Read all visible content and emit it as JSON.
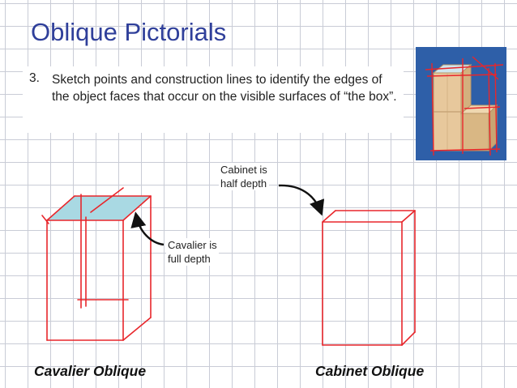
{
  "title": "Oblique Pictorials",
  "instruction": {
    "number": "3.",
    "text": "Sketch points and construction lines to identify the edges of the object faces that occur on the visible surfaces of “the box”."
  },
  "annotations": {
    "cabinet_note_line1": "Cabinet is",
    "cabinet_note_line2": "half depth",
    "cavalier_note_line1": "Cavalier is",
    "cavalier_note_line2": "full depth"
  },
  "captions": {
    "cavalier": "Cavalier Oblique",
    "cabinet": "Cabinet Oblique"
  },
  "colors": {
    "title": "#2f3f9a",
    "sketch_line": "#e8262b",
    "top_face_fill": "#a9d9e3",
    "photo_background": "#2e5fa8"
  },
  "icons": {
    "photo": "block-model-photo",
    "arrows": "curved-arrow"
  }
}
